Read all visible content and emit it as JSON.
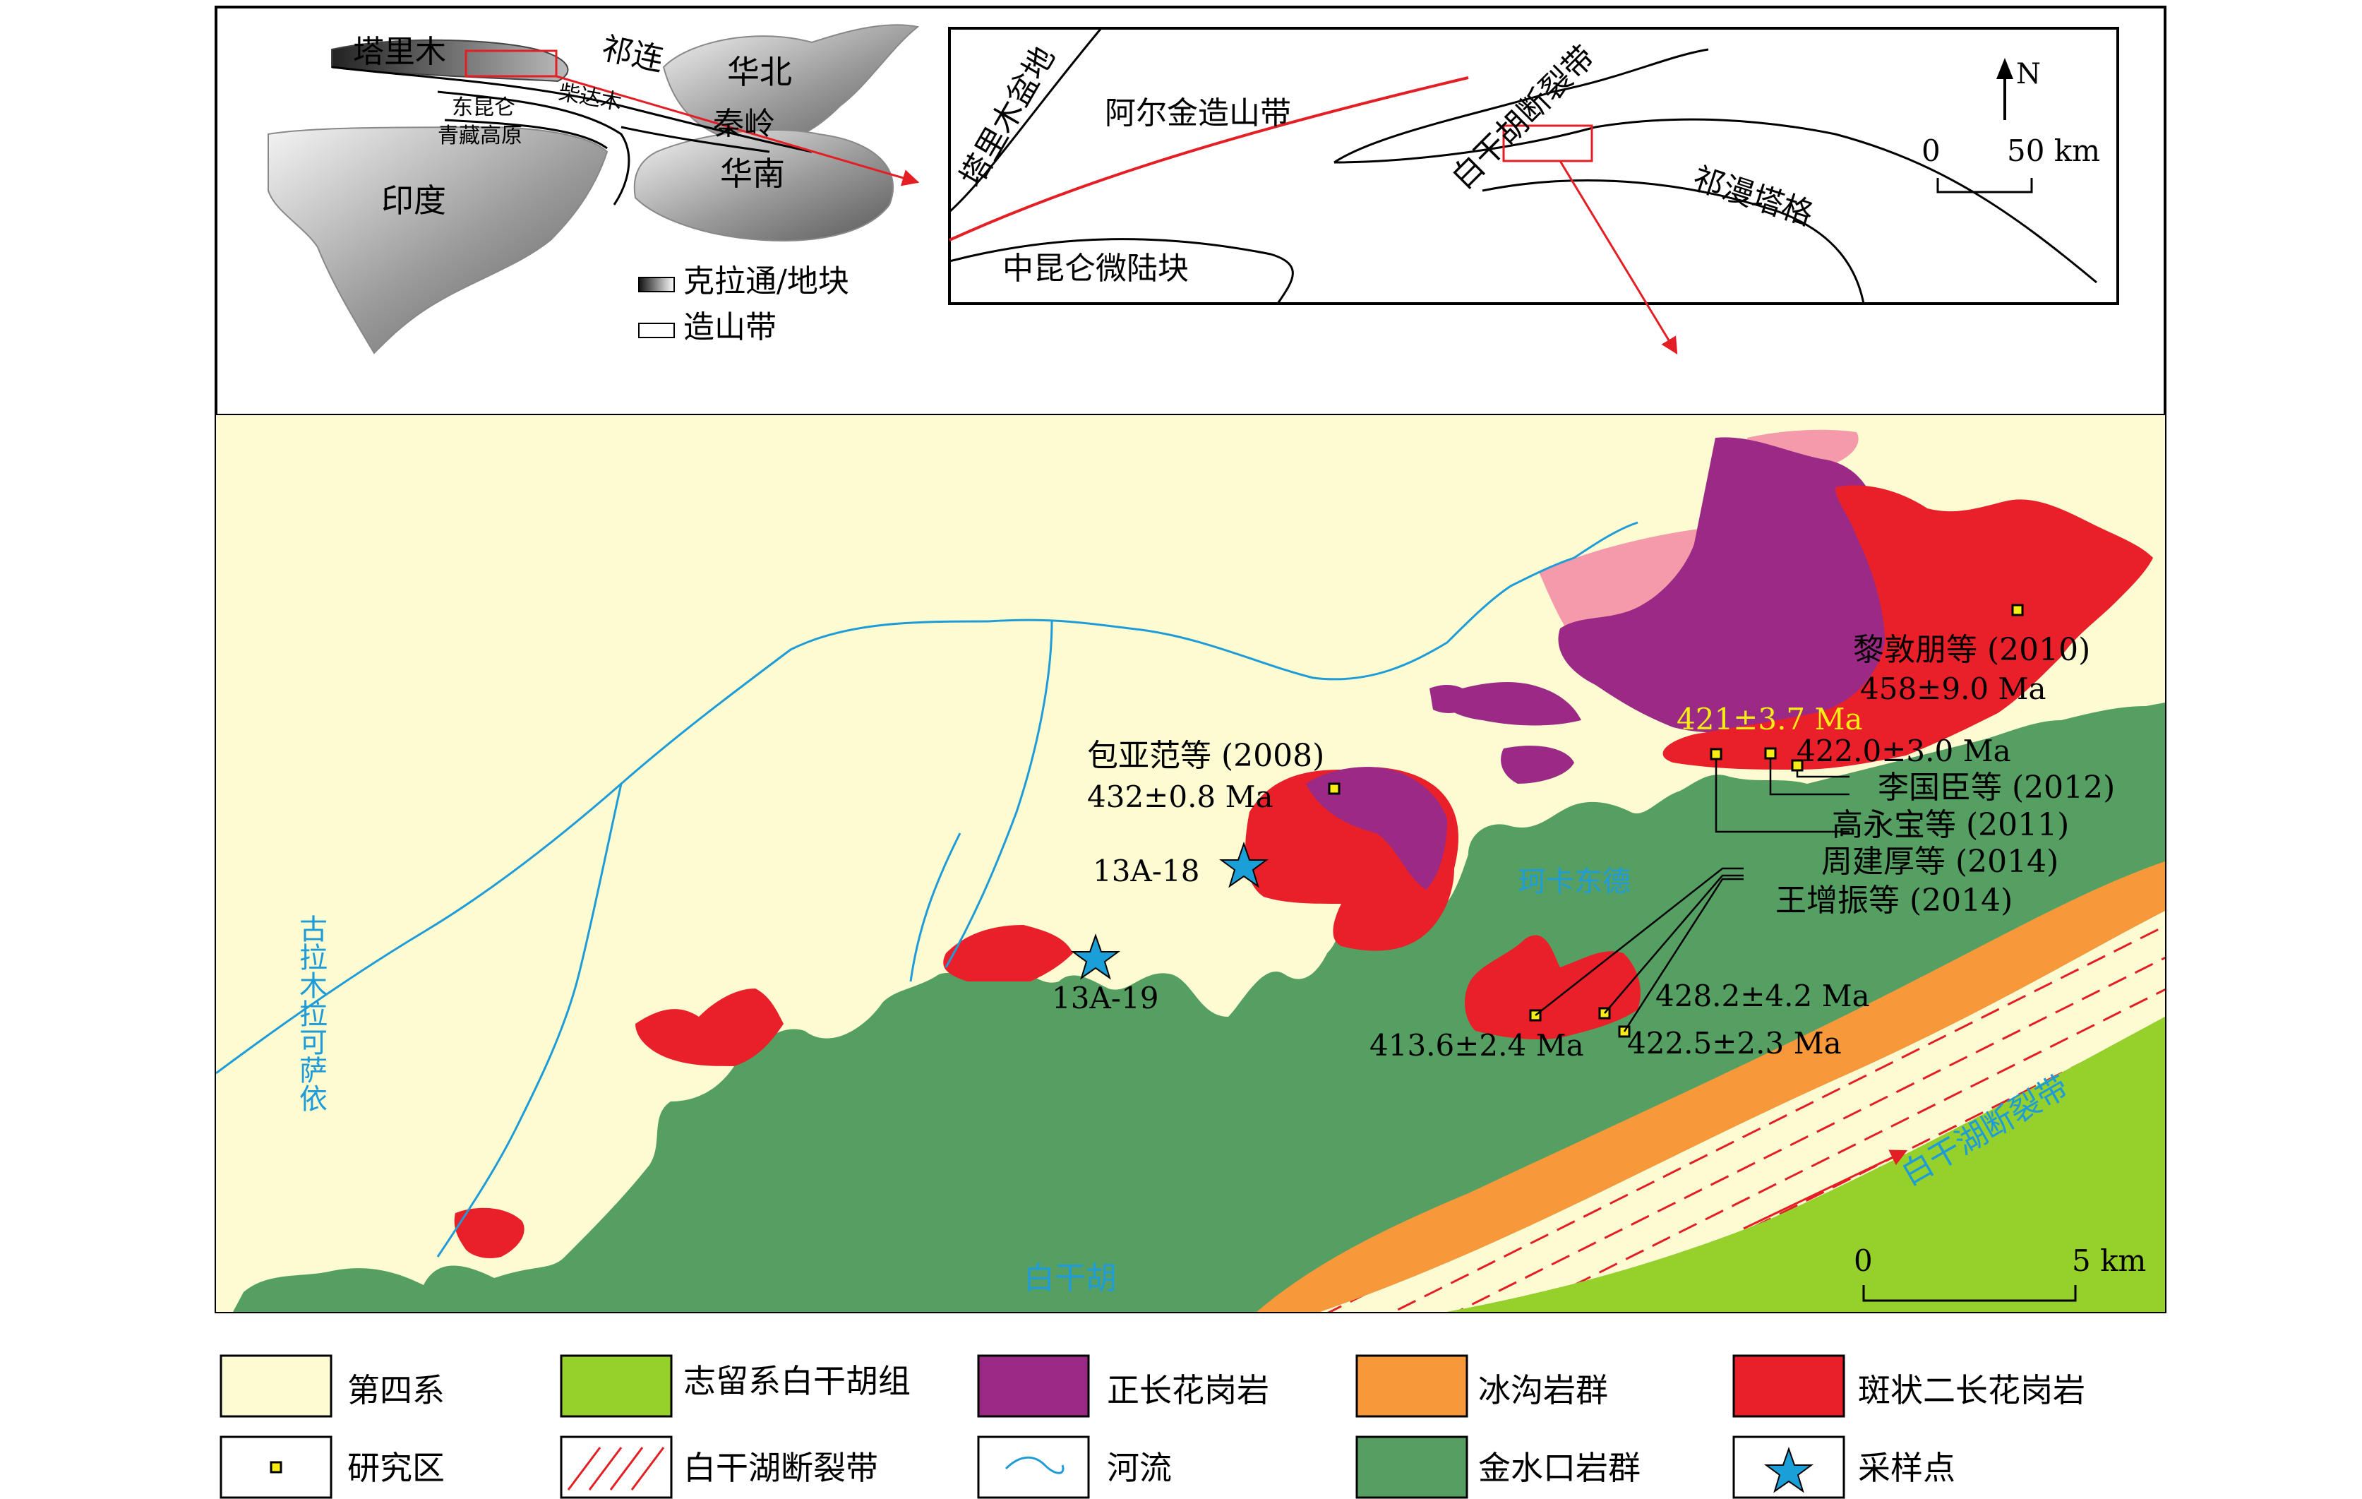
{
  "inset_left": {
    "labels": {
      "tarim": "塔里木",
      "qilian": "祁连",
      "huabei": "华北",
      "qaidam": "柴达木",
      "qinling": "秦岭",
      "east_kunlun": "东昆仑",
      "qt_plateau": "青藏高原",
      "india": "印度",
      "huanan": "华南"
    },
    "legend": {
      "craton": "克拉通/地块",
      "orogen": "造山带"
    }
  },
  "inset_right": {
    "labels": {
      "tarim_basin": "塔里木盆地",
      "altyn": "阿尔金造山带",
      "baiganhu_fault": "白干胡断裂带",
      "qimantag": "祁漫塔格",
      "central_kunlun": "中昆仑微陆块"
    },
    "north": "N",
    "scale": {
      "zero": "0",
      "end": "50 km"
    }
  },
  "main_map": {
    "rivers": {
      "gulamu": "古拉木拉可萨依",
      "baiganhu": "白干胡",
      "kekadong": "珂卡东德"
    },
    "fault_label": "白干湖断裂带",
    "samples": [
      "13A-18",
      "13A-19"
    ],
    "references": {
      "li2010": "黎敦朋等 (2010)",
      "li2010_age": "458±9.0 Ma",
      "bao2008": "包亚范等 (2008)",
      "bao2008_age": "432±0.8 Ma",
      "age_421": "421±3.7 Ma",
      "age_422_0": "422.0±3.0 Ma",
      "li2012": "李国臣等 (2012)",
      "gao2011": "高永宝等 (2011)",
      "zhou2014": "周建厚等 (2014)",
      "wang2014": "王增振等 (2014)",
      "age_428": "428.2±4.2 Ma",
      "age_413": "413.6±2.4 Ma",
      "age_422_5": "422.5±2.3 Ma"
    },
    "scale": {
      "zero": "0",
      "end": "5 km"
    }
  },
  "legend": [
    {
      "id": "quaternary",
      "label": "第四系"
    },
    {
      "id": "silurian",
      "label": "志留系白干胡组"
    },
    {
      "id": "k_granite",
      "label": "正长花岗岩"
    },
    {
      "id": "binggou",
      "label": "冰沟岩群"
    },
    {
      "id": "porphyritic",
      "label": "斑状二长花岗岩"
    },
    {
      "id": "study_area",
      "label": "研究区"
    },
    {
      "id": "fault_zone",
      "label": "白干湖断裂带"
    },
    {
      "id": "river",
      "label": "河流"
    },
    {
      "id": "jinshuikou",
      "label": "金水口岩群"
    },
    {
      "id": "sample_point",
      "label": "采样点"
    }
  ],
  "colors": {
    "quaternary": "#fdfbd2",
    "silurian": "#95d12a",
    "k_granite": "#9a2a85",
    "pink": "#f49aaa",
    "binggou": "#f7993a",
    "porphyritic": "#e9202a",
    "jinshuikou": "#559f63",
    "river": "#1f9cd8",
    "yellow": "#f7ec15",
    "star": "#1a9fd9",
    "red_line": "#e31e24"
  }
}
